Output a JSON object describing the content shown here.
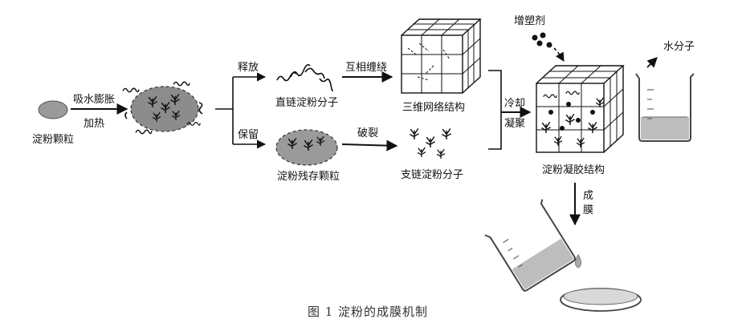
{
  "labels": {
    "starch_granule": "淀粉颗粒",
    "absorb_swell": "吸水膨胀",
    "heating": "加热",
    "release": "释放",
    "retain": "保留",
    "amylose": "直链淀粉分子",
    "residual_granule": "淀粉残存颗粒",
    "mutual_entangle": "互相缠绕",
    "rupture": "破裂",
    "network_3d": "三维网络结构",
    "amylopectin": "支链淀粉分子",
    "plasticizer": "增塑剂",
    "cool": "冷却",
    "coagulate": "凝聚",
    "gel_structure": "淀粉凝胶结构",
    "water_molecule": "水分子",
    "film_line1": "成",
    "film_line2": "膜"
  },
  "caption": "图 1 淀粉的成膜机制",
  "colors": {
    "granule": "#9a9a9a",
    "swollen": "#8c8c8c",
    "line": "#111111",
    "water": "#bdbdbd"
  }
}
